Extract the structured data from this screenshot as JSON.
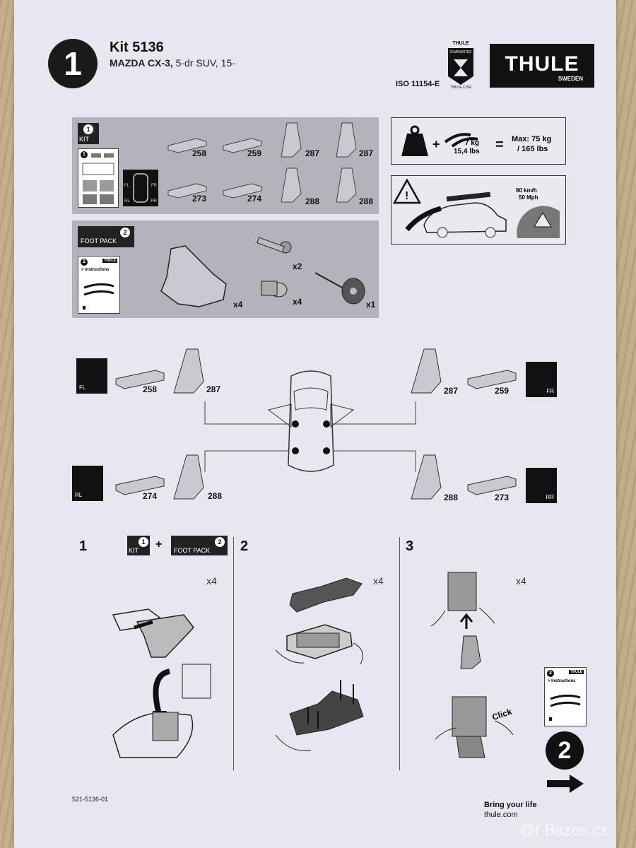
{
  "header": {
    "step_number": "1",
    "kit_title": "Kit 5136",
    "vehicle_model": "MAZDA CX-3,",
    "vehicle_detail": " 5-dr SUV, 15-",
    "iso_code": "ISO 11154-E",
    "brand": "THULE",
    "brand_sub": "SWEDEN",
    "guarantee_brand": "THULE",
    "guarantee_text": "GUARANTEE",
    "guarantee_url": "THULE.COM"
  },
  "kit_panel": {
    "badge": "1",
    "title": "KIT",
    "mini_badge": "1",
    "position_codes": [
      "FL",
      "FR",
      "RL",
      "RR"
    ],
    "parts": [
      "258",
      "259",
      "287",
      "287",
      "273",
      "274",
      "288",
      "288"
    ]
  },
  "foot_pack_panel": {
    "badge": "2",
    "title": "FOOT PACK",
    "doc_badge": "2",
    "doc_brand": "THULE",
    "doc_title": "> Instructions",
    "foot_qty": "x4",
    "key_qty": "x2",
    "lock_qty": "x4",
    "tool_qty": "x1"
  },
  "load_info": {
    "bar_weight_kg": "7 kg",
    "bar_weight_lbs": "15,4 lbs",
    "max_load": "Max: 75 kg",
    "max_load_lbs": "/ 165 lbs",
    "speed_kmh": "80 km/h",
    "speed_mph": "50 Mph"
  },
  "positions": {
    "fl": {
      "code": "FL",
      "pad": "258",
      "foot": "287"
    },
    "fr": {
      "code": "FR",
      "pad": "259",
      "foot": "287"
    },
    "rl": {
      "code": "RL",
      "pad": "274",
      "foot": "288"
    },
    "rr": {
      "code": "RR",
      "pad": "273",
      "foot": "288"
    }
  },
  "steps": [
    {
      "number": "1",
      "qty": "x4",
      "kit_label": "KIT",
      "kit_badge": "1",
      "foot_label": "FOOT PACK",
      "foot_badge": "2"
    },
    {
      "number": "2",
      "qty": "x4"
    },
    {
      "number": "3",
      "qty": "x4",
      "click_text": "Click"
    }
  ],
  "next_doc": {
    "badge": "2",
    "brand": "THULE",
    "title": "> Instructions"
  },
  "next_step": "2",
  "footer": {
    "code": "521-5136-01",
    "slogan": "Bring your life",
    "url": "thule.com",
    "watermark": "@( Bazos.cz"
  },
  "colors": {
    "paper": "#e6e7ef",
    "panel": "#b3b4bb",
    "ink": "#111111"
  }
}
